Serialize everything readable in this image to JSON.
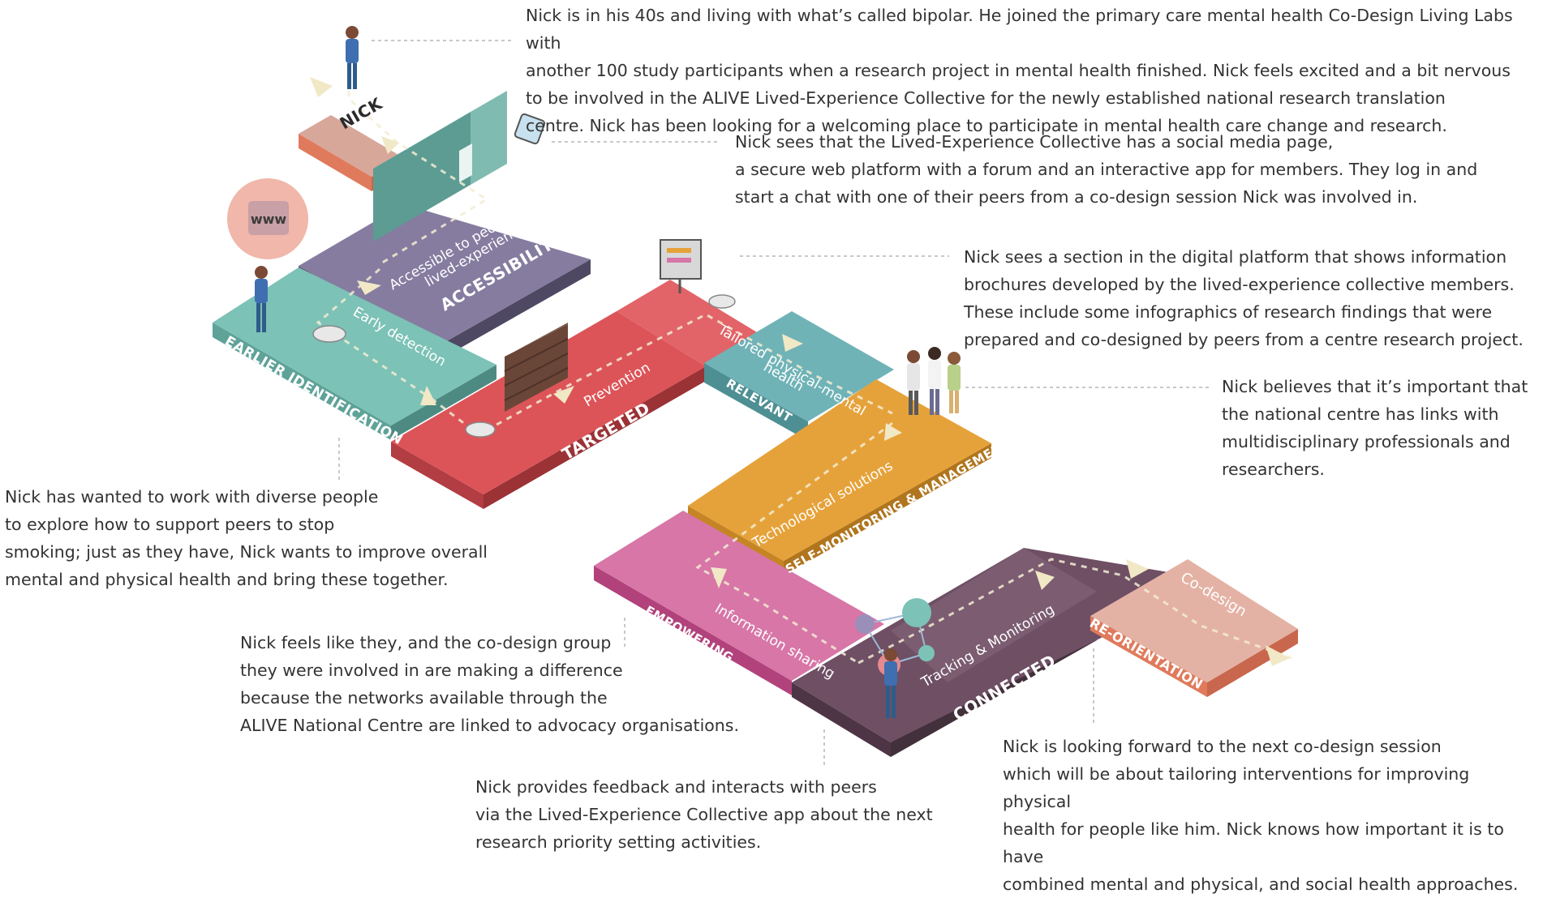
{
  "persona": {
    "name": "NICK",
    "web_badge": "www"
  },
  "segments": {
    "accessibility": {
      "title": "ACCESSIBILITY",
      "sub1": "Accessible to people with",
      "sub2": "lived-experience",
      "color": "#857ca0"
    },
    "earlier": {
      "title": "EARLIER IDENTIFICATION",
      "sub": "Early detection",
      "color": "#7cc2b6"
    },
    "targeted": {
      "title": "TARGETED",
      "sub": "Prevention",
      "color": "#dc5458"
    },
    "relevant": {
      "title": "RELEVANT",
      "sub1": "Tailored physical-mental",
      "sub2": "health",
      "color": "#6fb3b7"
    },
    "self": {
      "title": "SELF-MONITORING & MANAGEMENT",
      "sub": "Technological solutions",
      "color": "#e6a23a"
    },
    "empowering": {
      "title": "EMPOWERING",
      "sub": "Information sharing",
      "color": "#d35f9a"
    },
    "connected": {
      "title": "CONNECTED",
      "sub": "Tracking & Monitoring",
      "color": "#6e4f64"
    },
    "reorientation": {
      "title": "RE-ORIENTATION",
      "sub": "Co-design",
      "color": "#e7a28c"
    }
  },
  "notes": [
    "Nick is in his 40s and living with what’s called bipolar. He joined the primary care mental health Co-Design Living Labs with\nanother 100 study participants when a research project in mental health finished. Nick feels excited and a bit nervous\nto be involved in the ALIVE Lived-Experience Collective for the newly established national research translation\ncentre. Nick has been looking for a welcoming place to participate in mental health care change and research.",
    "Nick sees that the Lived-Experience Collective has a social media page,\na secure web platform with a forum and an interactive app for members. They log in and\nstart a chat with one of their peers from a co-design session Nick was involved in.",
    "Nick sees a section in the digital platform that shows information\nbrochures developed by the lived-experience collective members.\nThese include some infographics of research findings that were\nprepared and co-designed by peers from a centre research project.",
    "Nick believes that it’s important that\nthe national centre has links with\nmultidisciplinary professionals and\nresearchers.",
    "Nick has wanted to work with diverse people\nto explore how to support peers to stop\nsmoking;  just as they have, Nick wants to improve overall\nmental and physical health and bring these together.",
    "Nick feels like they, and the co-design group\nthey were involved in are making a difference\nbecause the networks available through the\nALIVE National Centre are linked to advocacy organisations.",
    "Nick provides feedback and interacts with peers\nvia the Lived-Experience Collective app about the next\nresearch priority setting activities.",
    "Nick is looking forward to the next co-design session\nwhich will be about tailoring interventions for improving physical\nhealth for people like him. Nick knows how important it is to have\ncombined mental and physical, and social health approaches."
  ]
}
